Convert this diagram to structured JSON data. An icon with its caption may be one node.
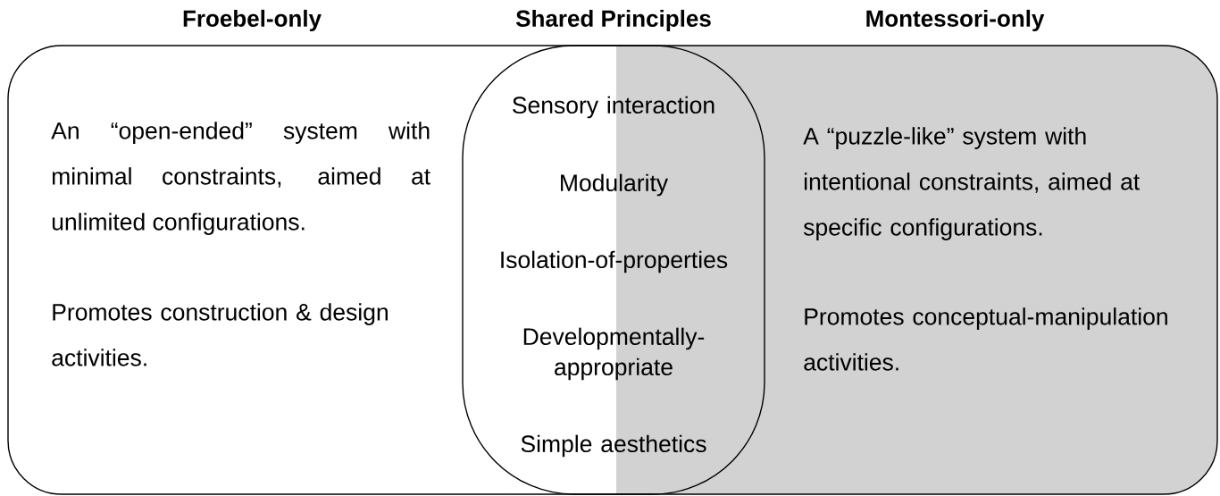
{
  "diagram": {
    "nodes": [
      {
        "text": [
          "Froebel-only",
          "An “open-ended” system with minimal constraints, aimed at unlimited configurations.",
          "Promotes construction & design activities."
        ]
      },
      {
        "text": [
          "Shared Principles",
          "Sensory interaction",
          "Modularity",
          "Isolation-of-properties",
          "Developmentally-appropriate",
          "Simple aesthetics"
        ]
      },
      {
        "text": [
          "Montessori-only",
          "A “puzzle-like” system with intentional constraints, aimed at specific configurations.",
          "Promotes conceptual-manipulation activities."
        ]
      }
    ]
  }
}
